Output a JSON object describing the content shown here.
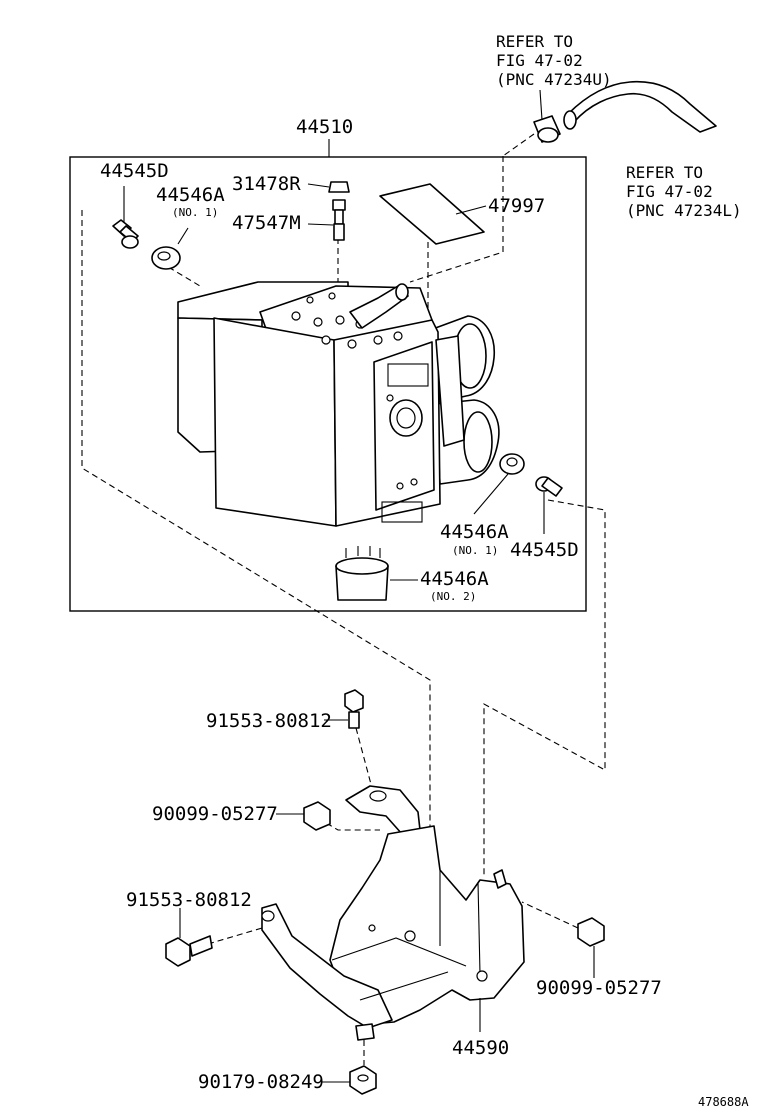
{
  "diagram": {
    "assembly_label": "44510",
    "labels": {
      "bolt_top_left": "44545D",
      "grommet_top_left": "44546A",
      "grommet_top_left_sub": "(NO. 1)",
      "cap": "31478R",
      "union": "47547M",
      "plate": "47997",
      "grommet_right": "44546A",
      "grommet_right_sub": "(NO. 1)",
      "bolt_right": "44545D",
      "grommet_bottom": "44546A",
      "grommet_bottom_sub": "(NO. 2)",
      "bolt_bracket_top": "91553-80812",
      "nut_left": "90099-05277",
      "bolt_bracket_left": "91553-80812",
      "nut_right": "90099-05277",
      "bracket": "44590",
      "bolt_bottom": "90179-08249"
    },
    "refer_upper": [
      "REFER TO",
      "FIG 47-02",
      "(PNC 47234U)"
    ],
    "refer_lower": [
      "REFER TO",
      "FIG 47-02",
      "(PNC 47234L)"
    ],
    "figure_id": "478688A"
  }
}
